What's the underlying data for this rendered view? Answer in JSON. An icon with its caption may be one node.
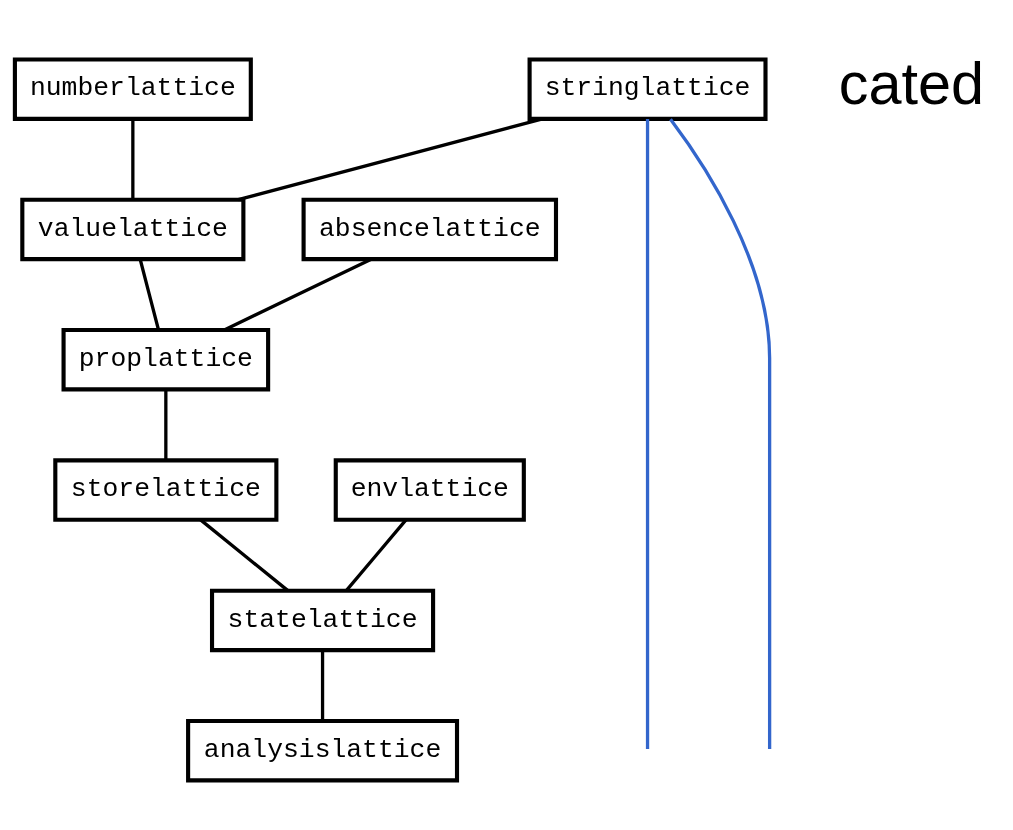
{
  "diagram": {
    "nodes": [
      {
        "text": [
          "numberlattice"
        ]
      },
      {
        "text": [
          "stringlattice"
        ]
      },
      {
        "text": [
          "valuelattice"
        ]
      },
      {
        "text": [
          "absencelattice"
        ]
      },
      {
        "text": [
          "proplattice"
        ]
      },
      {
        "text": [
          "storelattice"
        ]
      },
      {
        "text": [
          "envlattice"
        ]
      },
      {
        "text": [
          "statelattice"
        ]
      },
      {
        "text": [
          "analysislattice"
        ]
      }
    ],
    "edges": [
      {
        "from": 0,
        "to": 2,
        "arrow": "none"
      },
      {
        "from": 1,
        "to": 2,
        "arrow": "none"
      },
      {
        "from": 2,
        "to": 4,
        "arrow": "none"
      },
      {
        "from": 3,
        "to": 4,
        "arrow": "none"
      },
      {
        "from": 4,
        "to": 5,
        "arrow": "none"
      },
      {
        "from": 5,
        "to": 7,
        "arrow": "none"
      },
      {
        "from": 6,
        "to": 7,
        "arrow": "none"
      },
      {
        "from": 7,
        "to": 8,
        "arrow": "none"
      },
      {
        "from": 1,
        "to": null,
        "arrow": "none",
        "color": "#3366cc"
      },
      {
        "from": 1,
        "to": null,
        "arrow": "none",
        "color": "#3366cc"
      }
    ],
    "labels": [
      "cated"
    ]
  }
}
